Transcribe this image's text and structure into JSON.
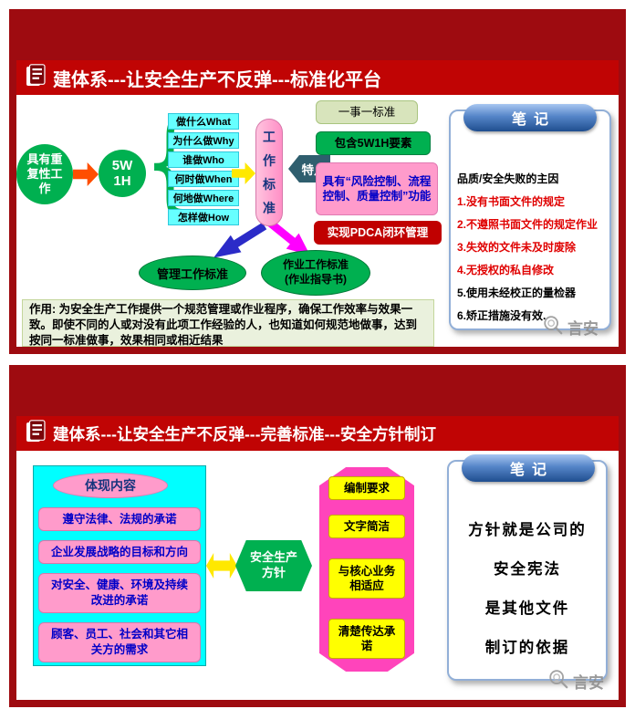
{
  "palette": {
    "frame_red": "#9E0B10",
    "titlebar_red": "#C00404",
    "green": "#00B050",
    "cyan_box": "#66FFFF",
    "bright_cyan": "#00FFFF",
    "pink": "#FF9BCB",
    "magenta_shape": "#FF44BB",
    "yellow": "#FFE800",
    "notes_blue": "#1F4E8F",
    "dark_teal": "#2F5E6E",
    "red_box": "#C00000"
  },
  "slide1": {
    "title": "建体系---让安全生产不反弹---标准化平台",
    "repetitive_work": "具有重复性工作",
    "w_label": "5W",
    "h_label": "1H",
    "questions": [
      "做什么What",
      "为什么做Why",
      "谁做Who",
      "何时做When",
      "何地做Where",
      "怎样做How"
    ],
    "work_standard": "工作标准",
    "features_label": "特点",
    "feature_boxes": [
      "一事一标准",
      "包含5W1H要素",
      "具有“风险控制、流程控制、质量控制”功能",
      "实现PDCA闭环管理"
    ],
    "management_standard": "管理工作标准",
    "operation_standard_line1": "作业工作标准",
    "operation_standard_line2": "(作业指导书)",
    "role_text": "作用: 为安全生产工作提供一个规范管理或作业程序，确保工作效率与效果一致。即使不同的人或对没有此项工作经验的人，也知道如何规范地做事，达到按同一标准做事，效果相同或相近结果",
    "notes_header": "笔记",
    "notes_lines": [
      "品质/安全失败的主因",
      "1.没有书面文件的规定",
      "2.不遵照书面文件的规定作业",
      "3.失效的文件未及时废除",
      "4.无授权的私自修改",
      "5.使用未经校正的量检器",
      "6.矫正措施没有效."
    ],
    "watermark": "言安"
  },
  "slide2": {
    "title": "建体系---让安全生产不反弹---完善标准---安全方针制订",
    "content_header": "体现内容",
    "content_items": [
      "遵守法律、法规的承诺",
      "企业发展战略的目标和方向",
      "对安全、健康、环境及持续改进的承诺",
      "顾客、员工、社会和其它相关方的需求"
    ],
    "policy_line1": "安全生产",
    "policy_line2": "方针",
    "requirement_header": "编制要求",
    "requirements": [
      "文字简洁",
      "与核心业务相适应",
      "清楚传达承诺"
    ],
    "notes_header": "笔记",
    "notes_lines": [
      "方针就是公司的",
      "安全宪法",
      "是其他文件",
      "制订的依据"
    ],
    "watermark": "言安"
  }
}
